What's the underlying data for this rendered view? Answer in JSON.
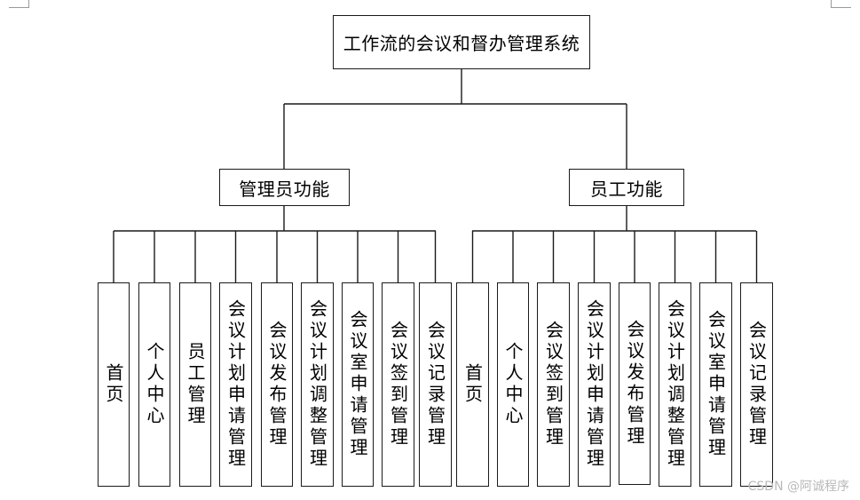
{
  "root": {
    "label": "工作流的会议和督办管理系统"
  },
  "branches": [
    {
      "label": "管理员功能",
      "children": [
        "首页",
        "个人中心",
        "员工管理",
        "会议计划申请管理",
        "会议发布管理",
        "会议计划调整管理",
        "会议室申请管理",
        "会议签到管理",
        "会议记录管理"
      ]
    },
    {
      "label": "员工功能",
      "children": [
        "首页",
        "个人中心",
        "会议签到管理",
        "会议计划申请管理",
        "会议发布管理",
        "会议计划调整管理",
        "会议室申请管理",
        "会议记录管理"
      ]
    }
  ],
  "watermark": "CSDN @阿诚程序"
}
